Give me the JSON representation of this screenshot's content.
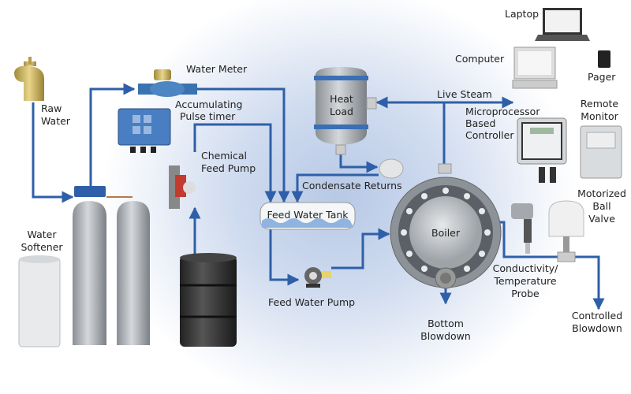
{
  "labels": {
    "laptop": "Laptop",
    "computer": "Computer",
    "pager": "Pager",
    "raw_water": [
      "Raw",
      "Water"
    ],
    "water_meter": "Water Meter",
    "pulse_timer": [
      "Accumulating",
      "Pulse timer"
    ],
    "chemical_feed_pump": [
      "Chemical",
      "Feed Pump"
    ],
    "heat_load": [
      "Heat",
      "Load"
    ],
    "live_steam": "Live Steam",
    "controller": [
      "Microprocessor",
      "Based",
      "Controller"
    ],
    "remote_monitor": [
      "Remote",
      "Monitor"
    ],
    "condensate_returns": "Condensate Returns",
    "feed_water_tank": "Feed Water Tank",
    "boiler": "Boiler",
    "motorized_ball_valve": [
      "Motorized",
      "Ball",
      "Valve"
    ],
    "water_softener": [
      "Water",
      "Softener"
    ],
    "feed_water_pump": "Feed Water Pump",
    "probe": [
      "Conductivity/",
      "Temperature",
      "Probe"
    ],
    "bottom_blowdown": [
      "Bottom",
      "Blowdown"
    ],
    "controlled_blowdown": [
      "Controlled",
      "Blowdown"
    ]
  },
  "colors": {
    "pipe": "#2f5fa8",
    "background": "#c5d4ec"
  }
}
